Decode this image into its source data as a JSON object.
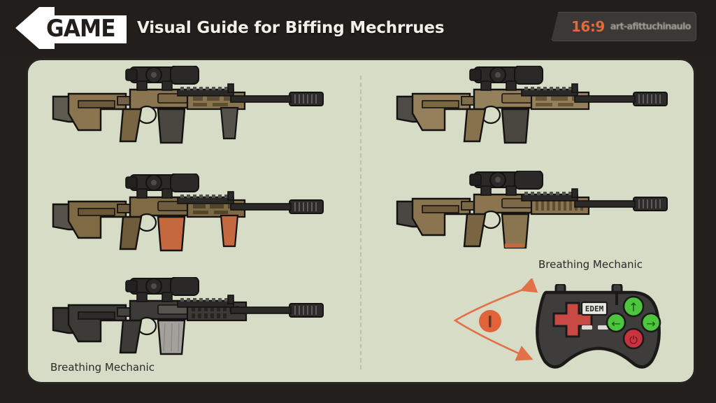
{
  "header": {
    "logo_text": "GAME",
    "logo_icon": "left-chevron-arrow",
    "title": "Visual Guide for Biffing Mechrrues",
    "badge": {
      "ratio": "16:9",
      "subtext": "art-afittuchinaulo",
      "ratio_color": "#e06a3a"
    }
  },
  "panel": {
    "background_color": "#d7dcc6",
    "border_color": "#272522",
    "divider": "vertical-dashed"
  },
  "captions": {
    "left": "Breathing Mechanic",
    "right": "Breathing Mechanic"
  },
  "weapons": [
    {
      "id": "rifle-left-1",
      "column": "left",
      "row": 1,
      "body_color": "#8a7550",
      "accent_color": "#6f5b3c",
      "magazine_color": "#4a4741",
      "grip_color": "#55524c",
      "has_scope": true,
      "has_suppressor": true,
      "has_foregrip": true
    },
    {
      "id": "rifle-left-2",
      "column": "left",
      "row": 2,
      "body_color": "#7e6a45",
      "accent_color": "#6a5736",
      "magazine_color": "#c4693f",
      "grip_color": "#c4693f",
      "has_scope": true,
      "has_suppressor": true,
      "has_foregrip": true
    },
    {
      "id": "rifle-left-3",
      "column": "left",
      "row": 3,
      "body_color": "#3d3b38",
      "accent_color": "#2e2c2a",
      "magazine_color": "#a3a19c",
      "grip_color": "#3d3b38",
      "has_scope": true,
      "has_suppressor": true,
      "has_foregrip": false
    },
    {
      "id": "rifle-right-1",
      "column": "right",
      "row": 1,
      "body_color": "#94805a",
      "accent_color": "#7a6843",
      "magazine_color": "#4a4741",
      "grip_color": "#94805a",
      "has_scope": true,
      "has_suppressor": true,
      "has_foregrip": false
    },
    {
      "id": "rifle-right-2",
      "column": "right",
      "row": 2,
      "body_color": "#8a7550",
      "accent_color": "#6f5b3c",
      "magazine_color": "#8a7550",
      "grip_color": "#8a7550",
      "has_scope": true,
      "has_suppressor": true,
      "has_foregrip": false
    }
  ],
  "gamepad": {
    "body_color": "#3f3d3b",
    "outline_color": "#1b1a18",
    "dpad_color": "#c94a45",
    "screen_text": "EDEM",
    "buttons": [
      {
        "name": "button-up",
        "glyph": "↑",
        "color": "#4cc63c"
      },
      {
        "name": "button-left",
        "glyph": "←",
        "color": "#4cc63c"
      },
      {
        "name": "button-right",
        "glyph": "→",
        "color": "#4cc63c"
      },
      {
        "name": "button-down",
        "glyph": "⏻",
        "color": "#c9333f"
      }
    ]
  },
  "annotation_arrow": {
    "color": "#e2714a",
    "shape": "v-shaped-double-arrow",
    "marker": "orange-circle-dot"
  }
}
